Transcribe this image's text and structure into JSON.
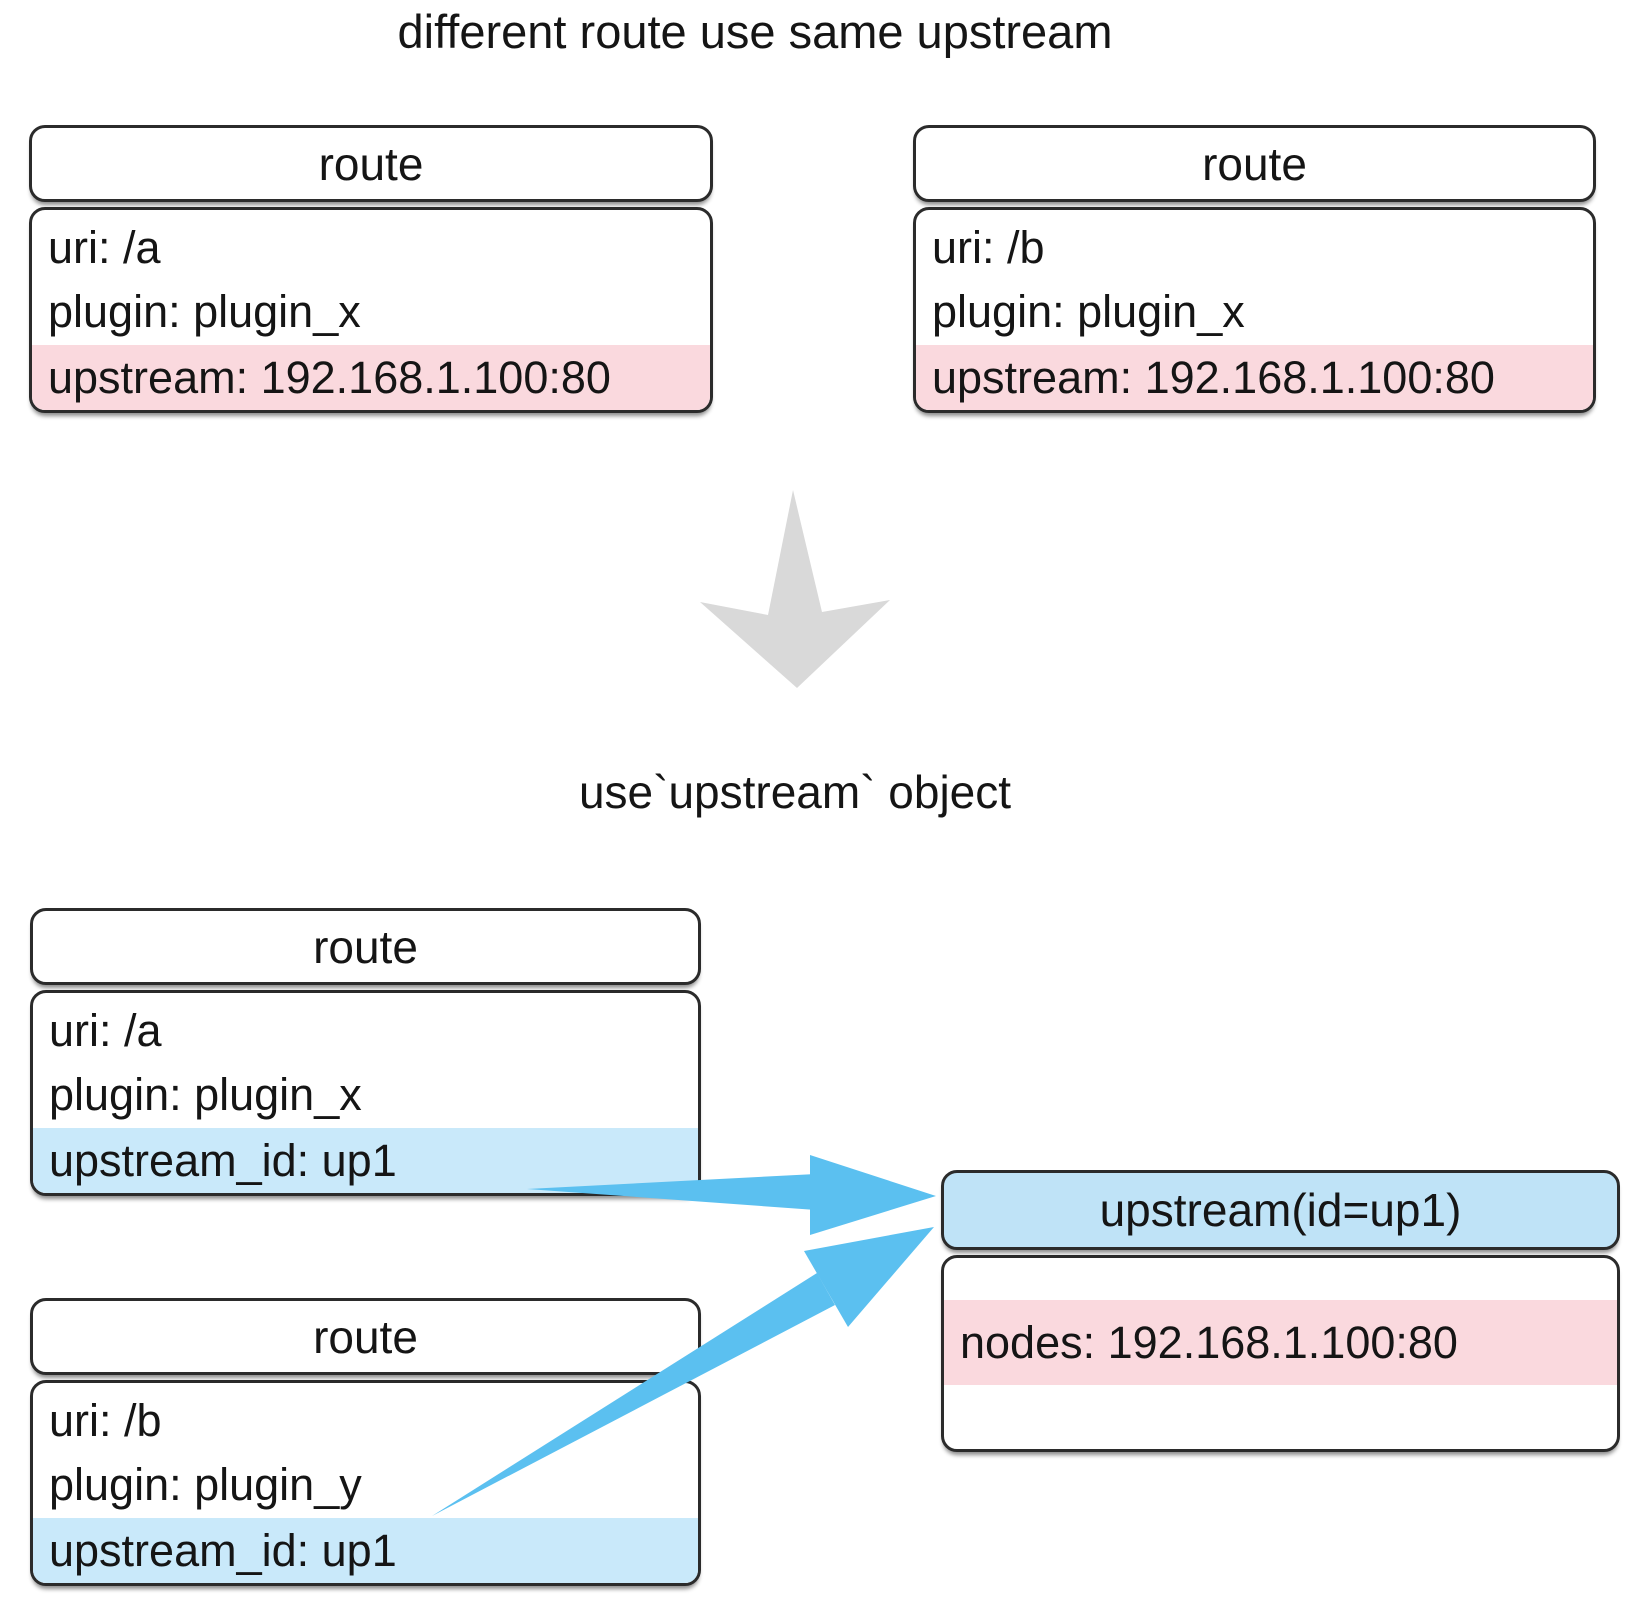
{
  "titles": {
    "top": "different route use same upstream",
    "middle": "use`upstream` object"
  },
  "colors": {
    "highlight_pink": "#fad9de",
    "highlight_blue": "#c9e9fa",
    "upstream_header_blue": "#bfe3f7",
    "arrow_blue": "#5bc0f0",
    "arrow_gray": "#d9d9d9",
    "border": "#2b2b2b",
    "text": "#151515"
  },
  "boxes": {
    "route_a_inline": {
      "header": "route",
      "rows": [
        {
          "text": "uri: /a",
          "highlight": "none"
        },
        {
          "text": "plugin: plugin_x",
          "highlight": "none"
        },
        {
          "text": "upstream: 192.168.1.100:80",
          "highlight": "pink"
        }
      ]
    },
    "route_b_inline": {
      "header": "route",
      "rows": [
        {
          "text": "uri: /b",
          "highlight": "none"
        },
        {
          "text": "plugin: plugin_x",
          "highlight": "none"
        },
        {
          "text": "upstream: 192.168.1.100:80",
          "highlight": "pink"
        }
      ]
    },
    "route_a_ref": {
      "header": "route",
      "rows": [
        {
          "text": "uri: /a",
          "highlight": "none"
        },
        {
          "text": "plugin: plugin_x",
          "highlight": "none"
        },
        {
          "text": "upstream_id: up1",
          "highlight": "blue"
        }
      ]
    },
    "route_b_ref": {
      "header": "route",
      "rows": [
        {
          "text": "uri: /b",
          "highlight": "none"
        },
        {
          "text": "plugin: plugin_y",
          "highlight": "none"
        },
        {
          "text": "upstream_id: up1",
          "highlight": "blue"
        }
      ]
    },
    "upstream": {
      "header": "upstream(id=up1)",
      "rows": [
        {
          "text": "nodes: 192.168.1.100:80",
          "highlight": "pink"
        }
      ]
    }
  }
}
